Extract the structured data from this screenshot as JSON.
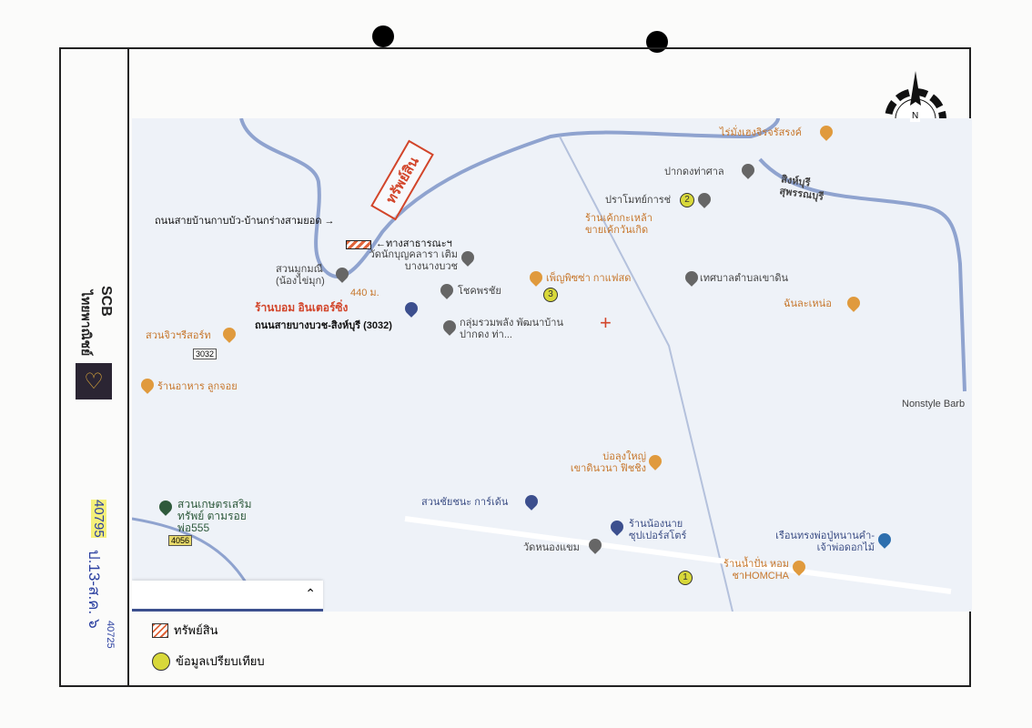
{
  "bank": {
    "name_en": "SCB",
    "name_th": "ไทยพาณิชย์"
  },
  "handwritten": {
    "code": "40795",
    "date": "ป.13-ส.ค. ๖",
    "code2": "40725"
  },
  "compass": {
    "letter": "N"
  },
  "annotations": {
    "property_arrow": "ทรัพย์สิน",
    "road_north": "ถนนสายบ้านกาบบัว-บ้านกร่างสามยอด",
    "public_way": "ทางสาธารณะฯ",
    "road_main": "ถนนสายบางบวช-สิงห์บุรี (3032)",
    "distance": "440 ม."
  },
  "places": [
    {
      "name": "ไร่มั่งเฮงจิรจรัสรงค์",
      "color": "orange"
    },
    {
      "name": "ปากดงท่าศาล",
      "color": "gray"
    },
    {
      "name": "ปราโมทย์การช่",
      "color": "gray"
    },
    {
      "name": "ร้านเค้กกะเหล้า ขายเค้กวันเกิด",
      "color": "orange"
    },
    {
      "name": "วัดนักบุญคลารา เติมบางนางบวช",
      "color": "gray"
    },
    {
      "name": "สวนมูกมณี (น้องไข่มุก)",
      "color": "gray"
    },
    {
      "name": "ร้านบอม อินเตอร์ซิ่ง",
      "color": "orange"
    },
    {
      "name": "โชคพรชัย",
      "color": "gray"
    },
    {
      "name": "กลุ่มรวมพลัง พัฒนาบ้านปากดง ท่า...",
      "color": "gray"
    },
    {
      "name": "เพ็ญพิซซ่า กาแฟสด",
      "color": "orange"
    },
    {
      "name": "เทศบาลตำบลเขาดิน",
      "color": "gray"
    },
    {
      "name": "ฉันละเหน่อ",
      "color": "orange"
    },
    {
      "name": "สวนจิวฯรีสอร์ท",
      "color": "orange"
    },
    {
      "name": "ร้านอาหาร ลูกจอย",
      "color": "orange"
    },
    {
      "name": "Nonstyle Barb",
      "color": "gray"
    },
    {
      "name": "บ่อลุงใหญ่ เขาดินวนา ฟิชชิ่ง",
      "color": "orange"
    },
    {
      "name": "สวนเกษตรเสริมทรัพย์ ตามรอยพ่อ555",
      "color": "green"
    },
    {
      "name": "สวนชัยชนะ การ์เด้น",
      "color": "blue"
    },
    {
      "name": "ร้านน้องนาย ซุปเปอร์สโตร์",
      "color": "blue"
    },
    {
      "name": "วัดหนองแขม",
      "color": "gray"
    },
    {
      "name": "เรือนทรงพ่อปู่หนานคำ-เจ้าพ่อดอกไม้",
      "color": "blue"
    },
    {
      "name": "ร้านน้ำปั่น หอมชาHOMCHA",
      "color": "orange"
    }
  ],
  "road_labels": {
    "singburi": "สิงห์บุรี สุพรรณบุรี",
    "r3032": "3032",
    "r4056": "4056"
  },
  "comparables": [
    "1",
    "2",
    "3"
  ],
  "legend": {
    "property": "ทรัพย์สิน",
    "comparable": "ข้อมูลเปรียบเทียบ"
  },
  "collapse_icon": "double-chevron-up"
}
